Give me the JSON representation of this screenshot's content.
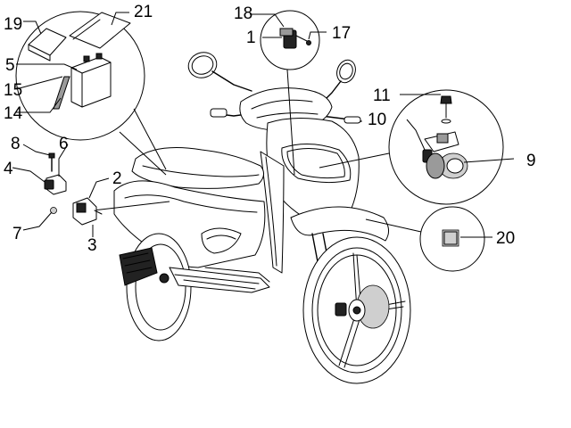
{
  "diagram": {
    "callouts": [
      {
        "id": "c1",
        "label": "1"
      },
      {
        "id": "c2",
        "label": "2"
      },
      {
        "id": "c3",
        "label": "3"
      },
      {
        "id": "c4",
        "label": "4"
      },
      {
        "id": "c5",
        "label": "5"
      },
      {
        "id": "c6",
        "label": "6"
      },
      {
        "id": "c7",
        "label": "7"
      },
      {
        "id": "c8",
        "label": "8"
      },
      {
        "id": "c9",
        "label": "9"
      },
      {
        "id": "c10",
        "label": "10"
      },
      {
        "id": "c11",
        "label": "11"
      },
      {
        "id": "c14",
        "label": "14"
      },
      {
        "id": "c15",
        "label": "15"
      },
      {
        "id": "c17",
        "label": "17"
      },
      {
        "id": "c18",
        "label": "18"
      },
      {
        "id": "c19",
        "label": "19"
      },
      {
        "id": "c20",
        "label": "20"
      },
      {
        "id": "c21",
        "label": "21"
      }
    ]
  }
}
